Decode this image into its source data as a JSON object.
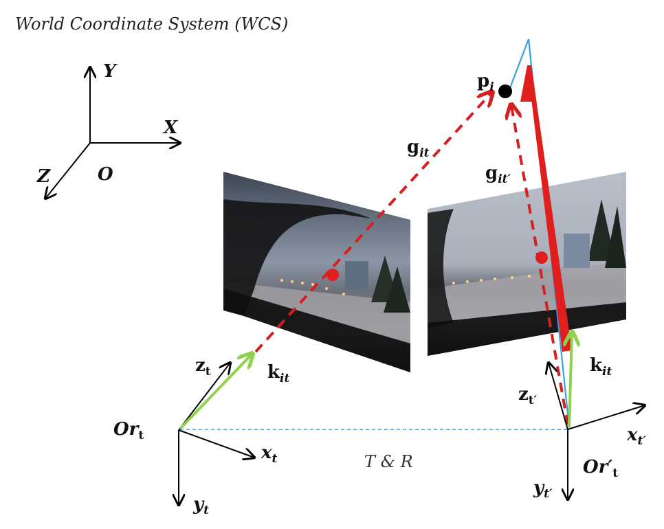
{
  "title": "World Coordinate System (WCS)",
  "wcs": {
    "y_label": "Y",
    "x_label": "X",
    "z_label": "Z",
    "origin_label": "O"
  },
  "point_label": {
    "base": "p",
    "sub": "i"
  },
  "g_it": {
    "base": "g",
    "sub": "it"
  },
  "g_itp": {
    "base": "g",
    "sub": "it′"
  },
  "k_it_left": {
    "base": "k",
    "sub": "it"
  },
  "k_it_right": {
    "base": "k",
    "sub": "it"
  },
  "left_frame": {
    "origin": {
      "base": "Or",
      "sub": "t"
    },
    "z": {
      "base": "z",
      "sub": "t"
    },
    "x": {
      "base": "x",
      "sub": "t"
    },
    "y": {
      "base": "y",
      "sub": "t"
    }
  },
  "right_frame": {
    "origin": {
      "base": "Or′",
      "sub": "t"
    },
    "z": {
      "base": "z",
      "sub": "t′"
    },
    "x": {
      "base": "x",
      "sub": "t′"
    },
    "y": {
      "base": "y",
      "sub": "t′"
    }
  },
  "baseline_label": "T & R",
  "colors": {
    "ray_red": "#d42020",
    "arrow_green": "#8fd14f",
    "line_blue": "#3aa0e0",
    "baseline_blue": "#3a9bd0",
    "point_black": "#000000"
  }
}
